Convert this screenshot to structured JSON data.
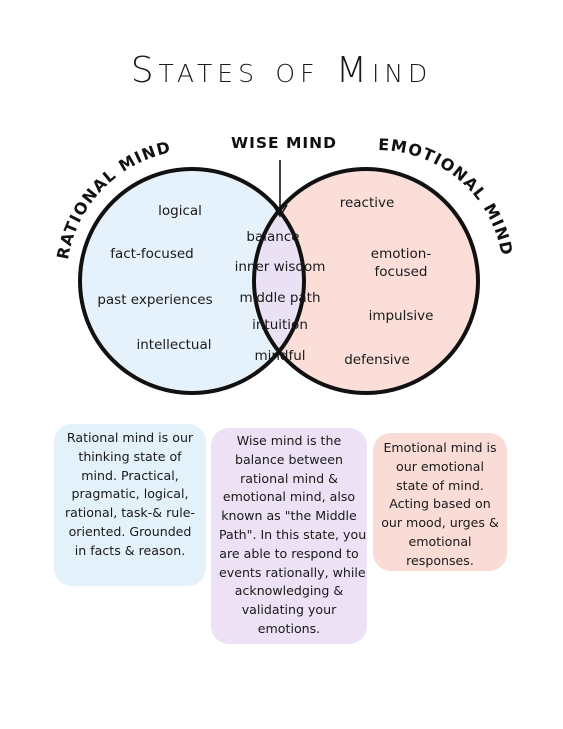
{
  "title": "States of Mind",
  "colors": {
    "rational_fill": "#e6f2fb",
    "emotional_fill": "#fbded8",
    "wise_fill": "#ebe1f5",
    "outline": "#111111"
  },
  "venn": {
    "center_label": "WISE MIND",
    "left_label": "RATIONAL MIND",
    "right_label": "EMOTIONAL MIND",
    "left_items": [
      "logical",
      "fact-focused",
      "past experiences",
      "intellectual"
    ],
    "center_items": [
      "balance",
      "inner wisdom",
      "middle path",
      "intuition",
      "mindful"
    ],
    "right_items": [
      "reactive",
      "emotion-\nfocused",
      "impulsive",
      "defensive"
    ]
  },
  "descriptions": {
    "rational": [
      "Rational mind is our",
      "thinking state of",
      "mind. Practical,",
      "pragmatic, logical,",
      "rational, task-& rule-",
      "oriented. Grounded",
      "in facts & reason."
    ],
    "wise": [
      "Wise mind is the",
      "balance between",
      "rational mind &",
      "emotional mind, also",
      "known as \"the Middle",
      "Path\". In this state, you",
      "are able to respond to",
      "events rationally, while",
      "acknowledging &",
      "validating your",
      "emotions."
    ],
    "emotional": [
      "Emotional mind is",
      "our emotional",
      "state of mind.",
      "Acting based on",
      "our mood, urges &",
      "emotional",
      "responses."
    ]
  }
}
